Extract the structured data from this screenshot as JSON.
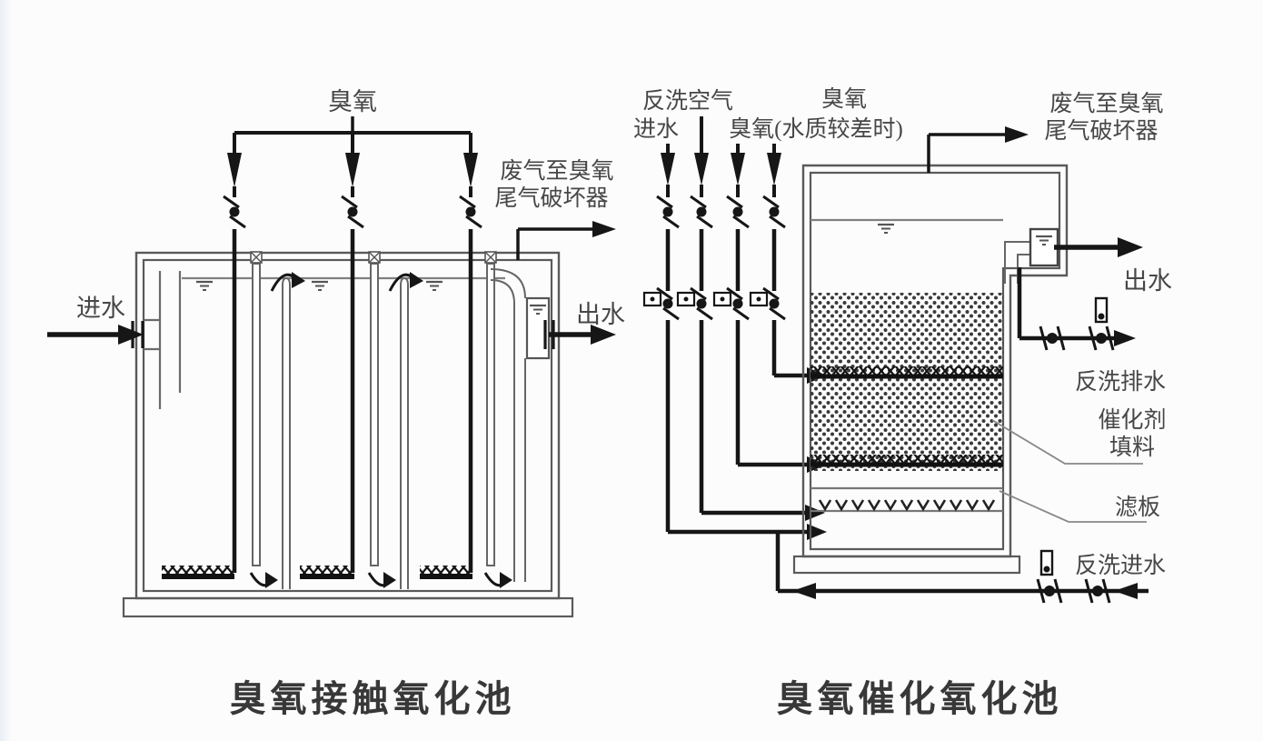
{
  "left_diagram": {
    "title": "臭氧接触氧化池",
    "ozone_label": "臭氧",
    "inlet_label": "进水",
    "outlet_label": "出水",
    "offgas_label_line1": "废气至臭氧",
    "offgas_label_line2": "尾气破坏器"
  },
  "right_diagram": {
    "title": "臭氧催化氧化池",
    "feed_labels": {
      "backwash_air": "反洗空气",
      "inlet": "进水",
      "ozone": "臭氧",
      "ozone_poor_water": "臭氧(水质较差时)"
    },
    "offgas_label_line1": "废气至臭氧",
    "offgas_label_line2": "尾气破坏器",
    "outlet_label": "出水",
    "backwash_drain_label": "反洗排水",
    "catalyst_label_line1": "催化剂",
    "catalyst_label_line2": "填料",
    "filter_plate_label": "滤板",
    "backwash_inlet_label": "反洗进水"
  },
  "colors": {
    "pipe": "#161616",
    "wall": "#5a5a5a",
    "water_line": "#808080",
    "text": "#474747",
    "background": "#fcfcfc"
  }
}
